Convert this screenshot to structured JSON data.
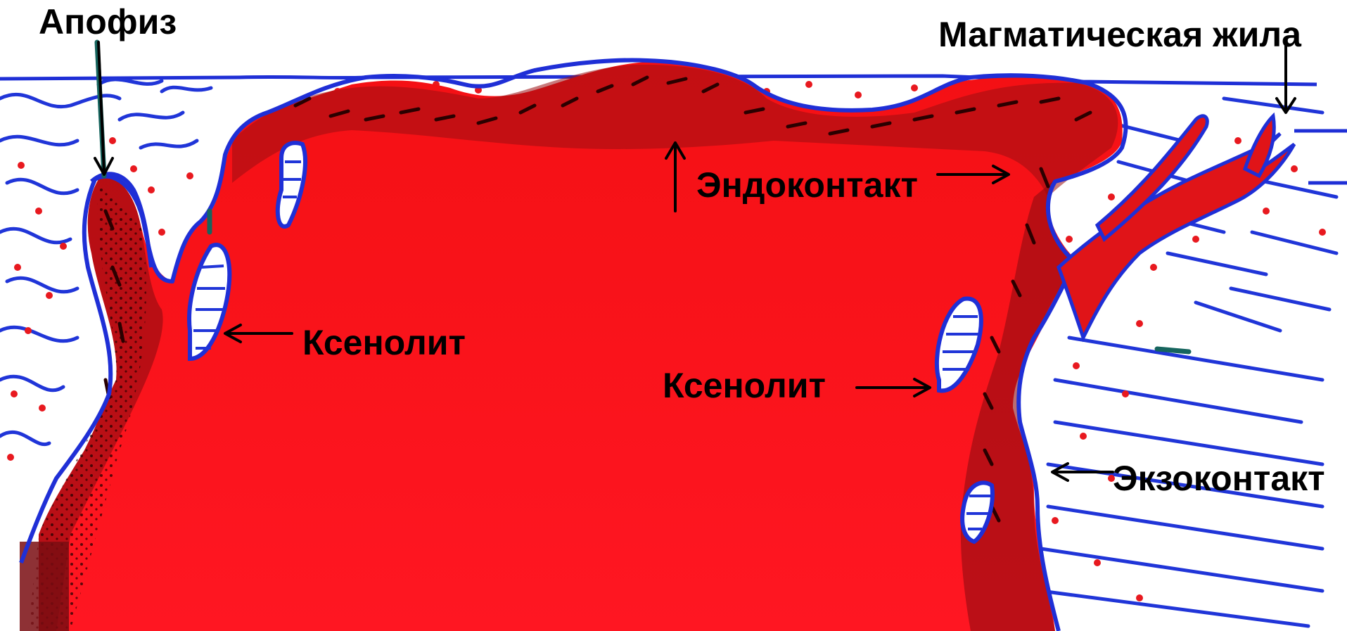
{
  "labels": {
    "apophysis": "Апофиз",
    "vein": "Магматическая жила",
    "endocontact": "Эндоконтакт",
    "xenolith_left": "Ксенолит",
    "xenolith_right": "Ксенолит",
    "exocontact": "Экзоконтакт"
  },
  "colors": {
    "intrusion": "#fa1016",
    "intrusion_bright": "#ff1a1a",
    "endocontact_zone": "#9b0f12",
    "contact_line": "#1f2fd6",
    "host_rock_strata": "#2035d8",
    "exocontact_dots": "#e8191f",
    "arrow": "#000000",
    "background": "#ffffff"
  }
}
